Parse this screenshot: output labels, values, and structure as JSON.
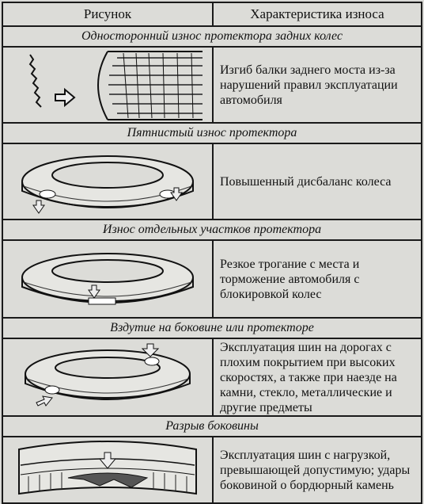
{
  "header": {
    "col_picture": "Рисунок",
    "col_description": "Характеристика износа"
  },
  "sections": [
    {
      "title": "Односторонний износ протектора задних колес",
      "lines": [
        "Изгиб балки заднего моста из-за",
        "нарушений правил эксплуатации",
        "автомобиля"
      ]
    },
    {
      "title": "Пятнистый износ протектора",
      "lines": [
        "Повышенный дисбаланс колеса"
      ]
    },
    {
      "title": "Износ отдельных участков протектора",
      "lines": [
        "Резкое трогание с места и",
        "торможение автомобиля с",
        "блокировкой колес"
      ]
    },
    {
      "title": "Вздутие на боковине или протекторе",
      "lines": [
        "Эксплуатация шин на дорогах с",
        "плохим покрытием при высоких",
        "скоростях, а также при наезде на",
        "камни, стекло, металлические и",
        "другие предметы"
      ]
    },
    {
      "title": "Разрыв боковины",
      "lines": [
        "Эксплуатация шин с нагрузкой,",
        "превышающей допустимую; удары",
        "боковиной о бордюрный камень"
      ]
    }
  ]
}
